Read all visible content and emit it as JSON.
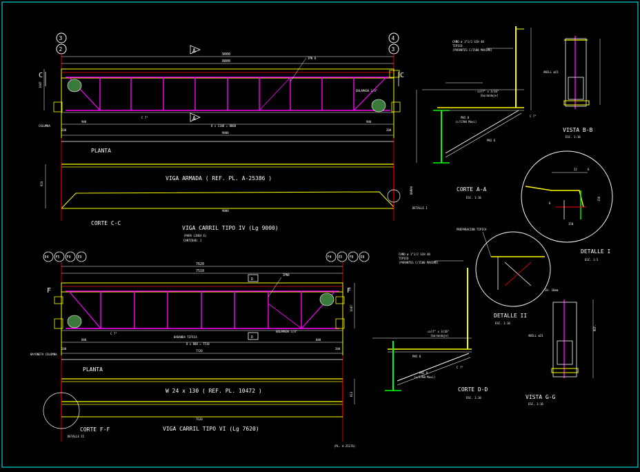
{
  "colors": {
    "background": "#000000",
    "frame": "#00ffff",
    "beam": "#ffff00",
    "truss": "#ff00ff",
    "red": "#ff0000",
    "green": "#00ff00",
    "white": "#ffffff",
    "gray": "#c0c0c0"
  },
  "grid_top": {
    "left_a": "3",
    "left_b": "2",
    "right_a": "4",
    "right_b": "3"
  },
  "grid_bottom": {
    "left": [
      "E4",
      "F5",
      "F9",
      "E9"
    ],
    "right": [
      "F4",
      "E5",
      "F8",
      "E8"
    ]
  },
  "beam_top": {
    "section_arrow": "A",
    "section_letter": "C",
    "dim_overall": "9000",
    "dim_inner": "8800",
    "dim_bays": "8 x 1100 = 8800",
    "dim_left": "900",
    "dim_right": "900",
    "dim_bottom": "9000",
    "dim_bottom_left": "200",
    "dim_bottom_right": "200",
    "ipn": "IPN 8",
    "diagonal_note": "C 7\"",
    "brace_note": "ENLAMADA 1/4\"",
    "column_label": "COLUMNA",
    "height_dim": "1047",
    "plan_label": "PLANTA",
    "beam_text": "VIGA ARMADA  ( REF. PL. A-25386 )",
    "depth_dim": "910",
    "section_label": "CORTE C-C",
    "title": "VIGA CARRIL TIPO IV (Lg 9000)",
    "subtitle": "(PARA LINEA E)",
    "qty": "CANTIDAD: 2",
    "detail_callout": "DETALLE I",
    "end_note": "BARRA",
    "bottom_mark": "9000"
  },
  "beam_bottom": {
    "section_arrow": "D",
    "section_letter": "F",
    "dim_overall": "7620",
    "dim_inner": "7510",
    "dim_bays": "8 x 880 = 7510",
    "dim_left": "880",
    "dim_right": "880",
    "dim_bottom": "7520",
    "dim_bottom_left": "200",
    "dim_bottom_right": "200",
    "ipn": "IPN8",
    "diagonal_note": "C 7\"",
    "brace_note": "ENLAMADA 1/4\"",
    "barandal_note": "BARANDA TIPICA",
    "column_label": "BAYONETA COLUMNA",
    "height_dim": "1047",
    "plan_label": "PLANTA",
    "beam_text": "W 24 x 130  ( REF. PL. 10472 )",
    "depth_dim": "813",
    "section_label": "CORTE F-F",
    "title": "VIGA CARRIL TIPO VI (Lg 7620)",
    "detail_callout": "DETALLE II",
    "ref_note": "(PL. A-25176)",
    "bottom_mark": "7620"
  },
  "corte_aa": {
    "title": "CORTE A-A",
    "scale": "ESC. 1:10",
    "pipe_note_1": "CAÑO ø 1\"1/2 SCH 40",
    "pipe_note_2": "TIPICO",
    "pipe_note_3": "(PARANTES C/1500 MAXIMO)",
    "angle_note": "colf° x 3/16\"",
    "angle_note_2": "(barandaje)",
    "pn_note": "PNI 8",
    "pn_note_2": "(c/1700 Maxi)",
    "pn6": "PNI 6",
    "c7": "C 7\""
  },
  "vista_bb": {
    "title": "VISTA B-B",
    "scale": "ESC. 1:10",
    "anillo": "ANILL ø21"
  },
  "detalle_1": {
    "title": "DETALLE I",
    "scale": "ESC. 1:5",
    "d1": "22",
    "d2": "6",
    "d3": "150",
    "d4": "150",
    "d5": "6"
  },
  "corte_dd": {
    "title": "CORTE D-D",
    "scale": "ESC. 1:10",
    "pipe_note_1": "CAÑO ø 1\"1/2 SCH 40",
    "pipe_note_2": "TIPICO",
    "pipe_note_3": "(PARANTES C/1500 MAXIMO)",
    "angle_note": "colf° x 3/16\"",
    "angle_note_2": "(barandaje)",
    "pn_note": "PNI 8",
    "pn_note_2": "PNI 8",
    "pn_note_3": "(c/1700 Maxi)",
    "c7": "C 7\""
  },
  "detalle_2": {
    "title": "DETALLE II",
    "scale": "ESC. 1:10",
    "note": "PREPARACION TIPICA",
    "dim": "CH. 16mm"
  },
  "vista_gg": {
    "title": "VISTA G-G",
    "scale": "ESC. 1:10",
    "anillo": "ANILL ø21",
    "dim": "REF."
  }
}
